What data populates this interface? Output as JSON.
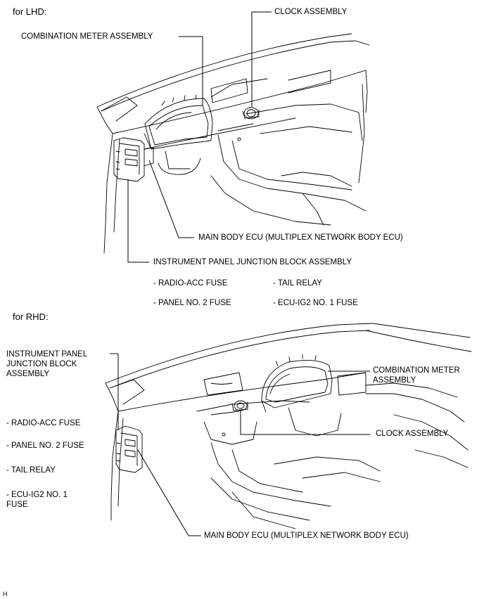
{
  "lhd": {
    "heading": "for LHD:",
    "clock": "CLOCK ASSEMBLY",
    "meter": "COMBINATION METER ASSEMBLY",
    "ecu": "MAIN BODY ECU (MULTIPLEX NETWORK BODY ECU)",
    "jb": "INSTRUMENT PANEL JUNCTION BLOCK ASSEMBLY",
    "fuse_radio": "- RADIO-ACC FUSE",
    "fuse_tail": "- TAIL RELAY",
    "fuse_panel": "- PANEL NO. 2 FUSE",
    "fuse_ecu": "- ECU-IG2 NO. 1 FUSE"
  },
  "rhd": {
    "heading": "for RHD:",
    "jb": "INSTRUMENT PANEL\nJUNCTION BLOCK\nASSEMBLY",
    "meter": "COMBINATION METER\nASSEMBLY",
    "clock": "CLOCK ASSEMBLY",
    "fuse_radio": "- RADIO-ACC FUSE",
    "fuse_panel": "- PANEL NO. 2 FUSE",
    "fuse_tail": "- TAIL RELAY",
    "fuse_ecu": "- ECU-IG2 NO. 1\nFUSE",
    "ecu": "MAIN BODY ECU (MULTIPLEX NETWORK BODY ECU)"
  },
  "footer": {
    "code": "H"
  }
}
